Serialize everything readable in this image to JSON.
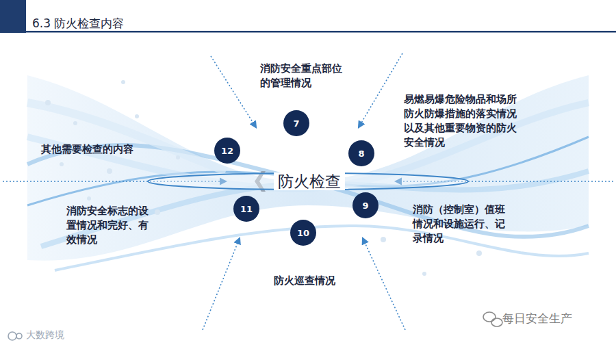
{
  "diagram": {
    "title": "6.3 防火检查内容",
    "nodes": [
      {
        "text": [
          "防火检查"
        ]
      },
      {
        "text": [
          "7",
          "消防安全重点部位的管理情况"
        ]
      },
      {
        "text": [
          "8",
          "易燃易爆危险物品和场所防火防爆措施的落实情况以及其他重要物资的防火安全情况"
        ]
      },
      {
        "text": [
          "9",
          "消防（控制室）值班情况和设施运行、记录情况"
        ]
      },
      {
        "text": [
          "10",
          "防火巡查情况"
        ]
      },
      {
        "text": [
          "11",
          "消防安全标志的设置情况和完好、有效情况"
        ]
      },
      {
        "text": [
          "12",
          "其他需要检查的内容"
        ]
      }
    ],
    "labels": [
      "每日安全生产",
      "大数跨境"
    ]
  }
}
